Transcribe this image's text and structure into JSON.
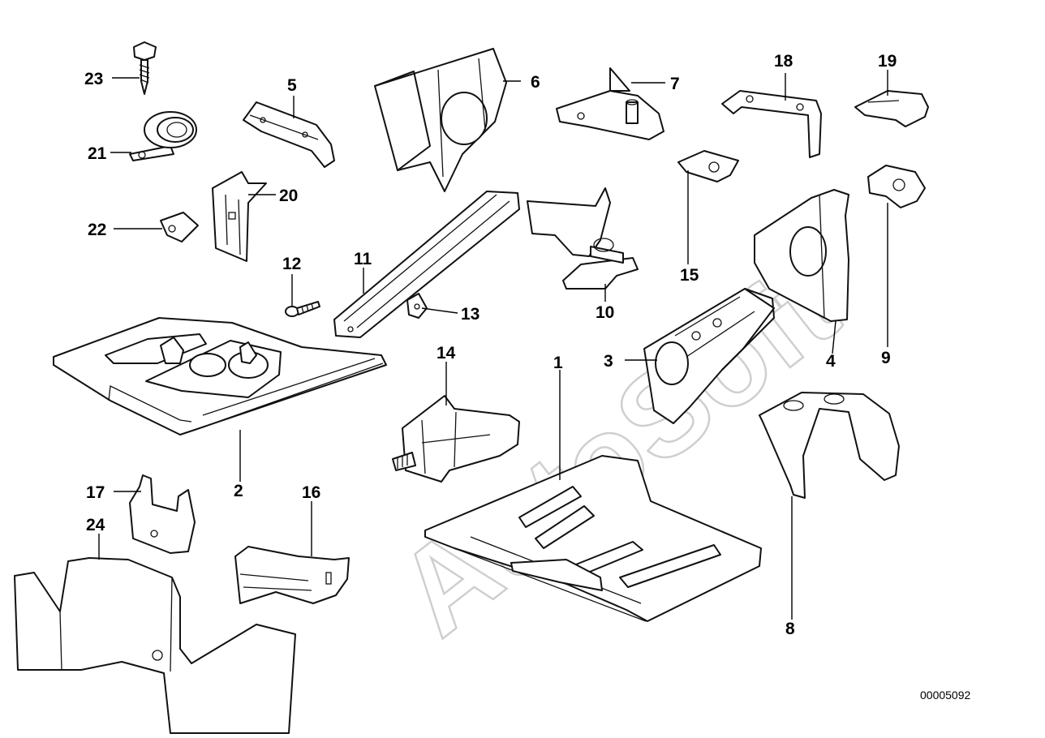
{
  "watermark": "AutoSoft",
  "document_number": "00005092",
  "labels": [
    "1",
    "2",
    "3",
    "4",
    "5",
    "6",
    "7",
    "8",
    "9",
    "10",
    "11",
    "12",
    "13",
    "14",
    "15",
    "16",
    "17",
    "18",
    "19",
    "20",
    "21",
    "22",
    "23",
    "24"
  ]
}
